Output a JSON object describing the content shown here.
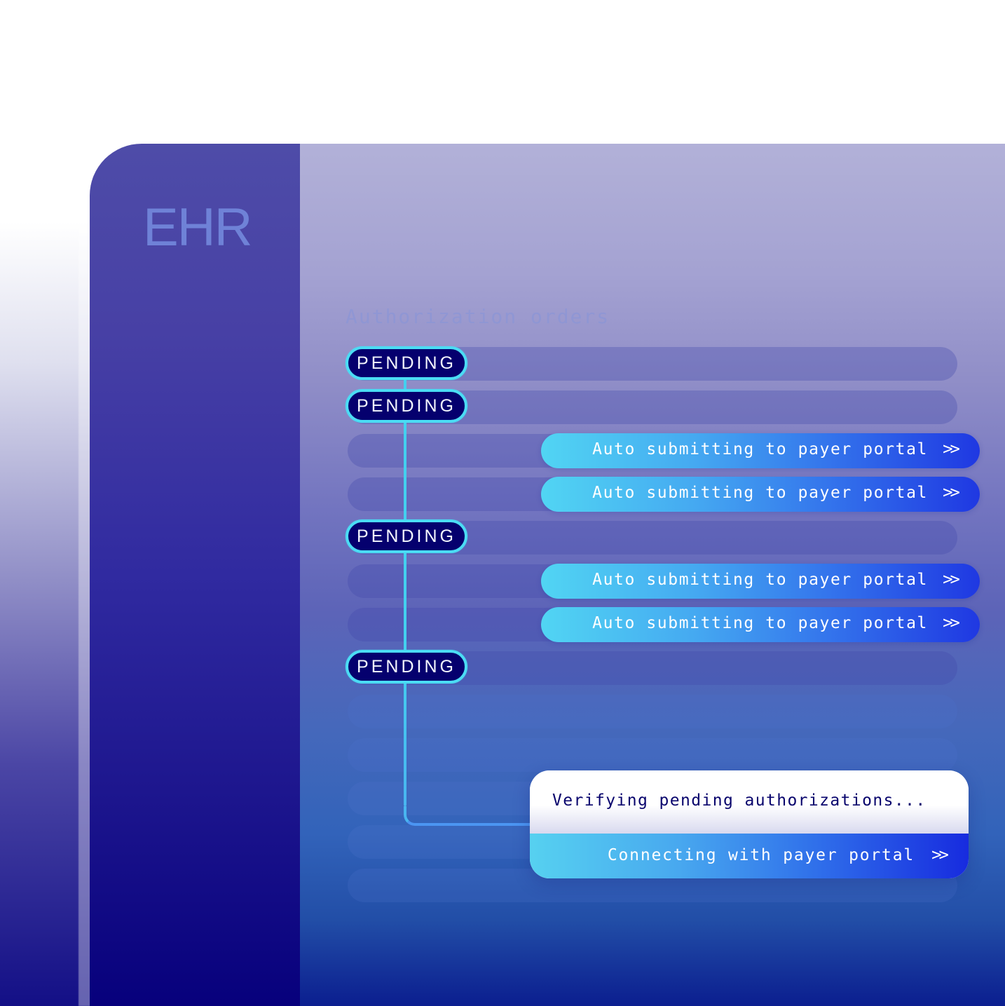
{
  "app": {
    "name": "EHR"
  },
  "main": {
    "section_title": "Authorization orders",
    "statuses": {
      "pending": "PENDING"
    },
    "auto_submit_label": "Auto submitting to payer portal",
    "arrow_label": ">>"
  },
  "popup": {
    "title": "Verifying pending authorizations...",
    "status": "Connecting with payer portal",
    "arrow": ">>"
  },
  "icons": {
    "forward_arrows": "double-chevron-right-icon"
  },
  "colors": {
    "sidebar": "#4740a5",
    "pending_badge": "#05006e",
    "pending_border": "#4bdcf4",
    "accent_cyan": "#51d5f3",
    "accent_blue": "#1f38e2",
    "popup_text": "#07036c"
  }
}
